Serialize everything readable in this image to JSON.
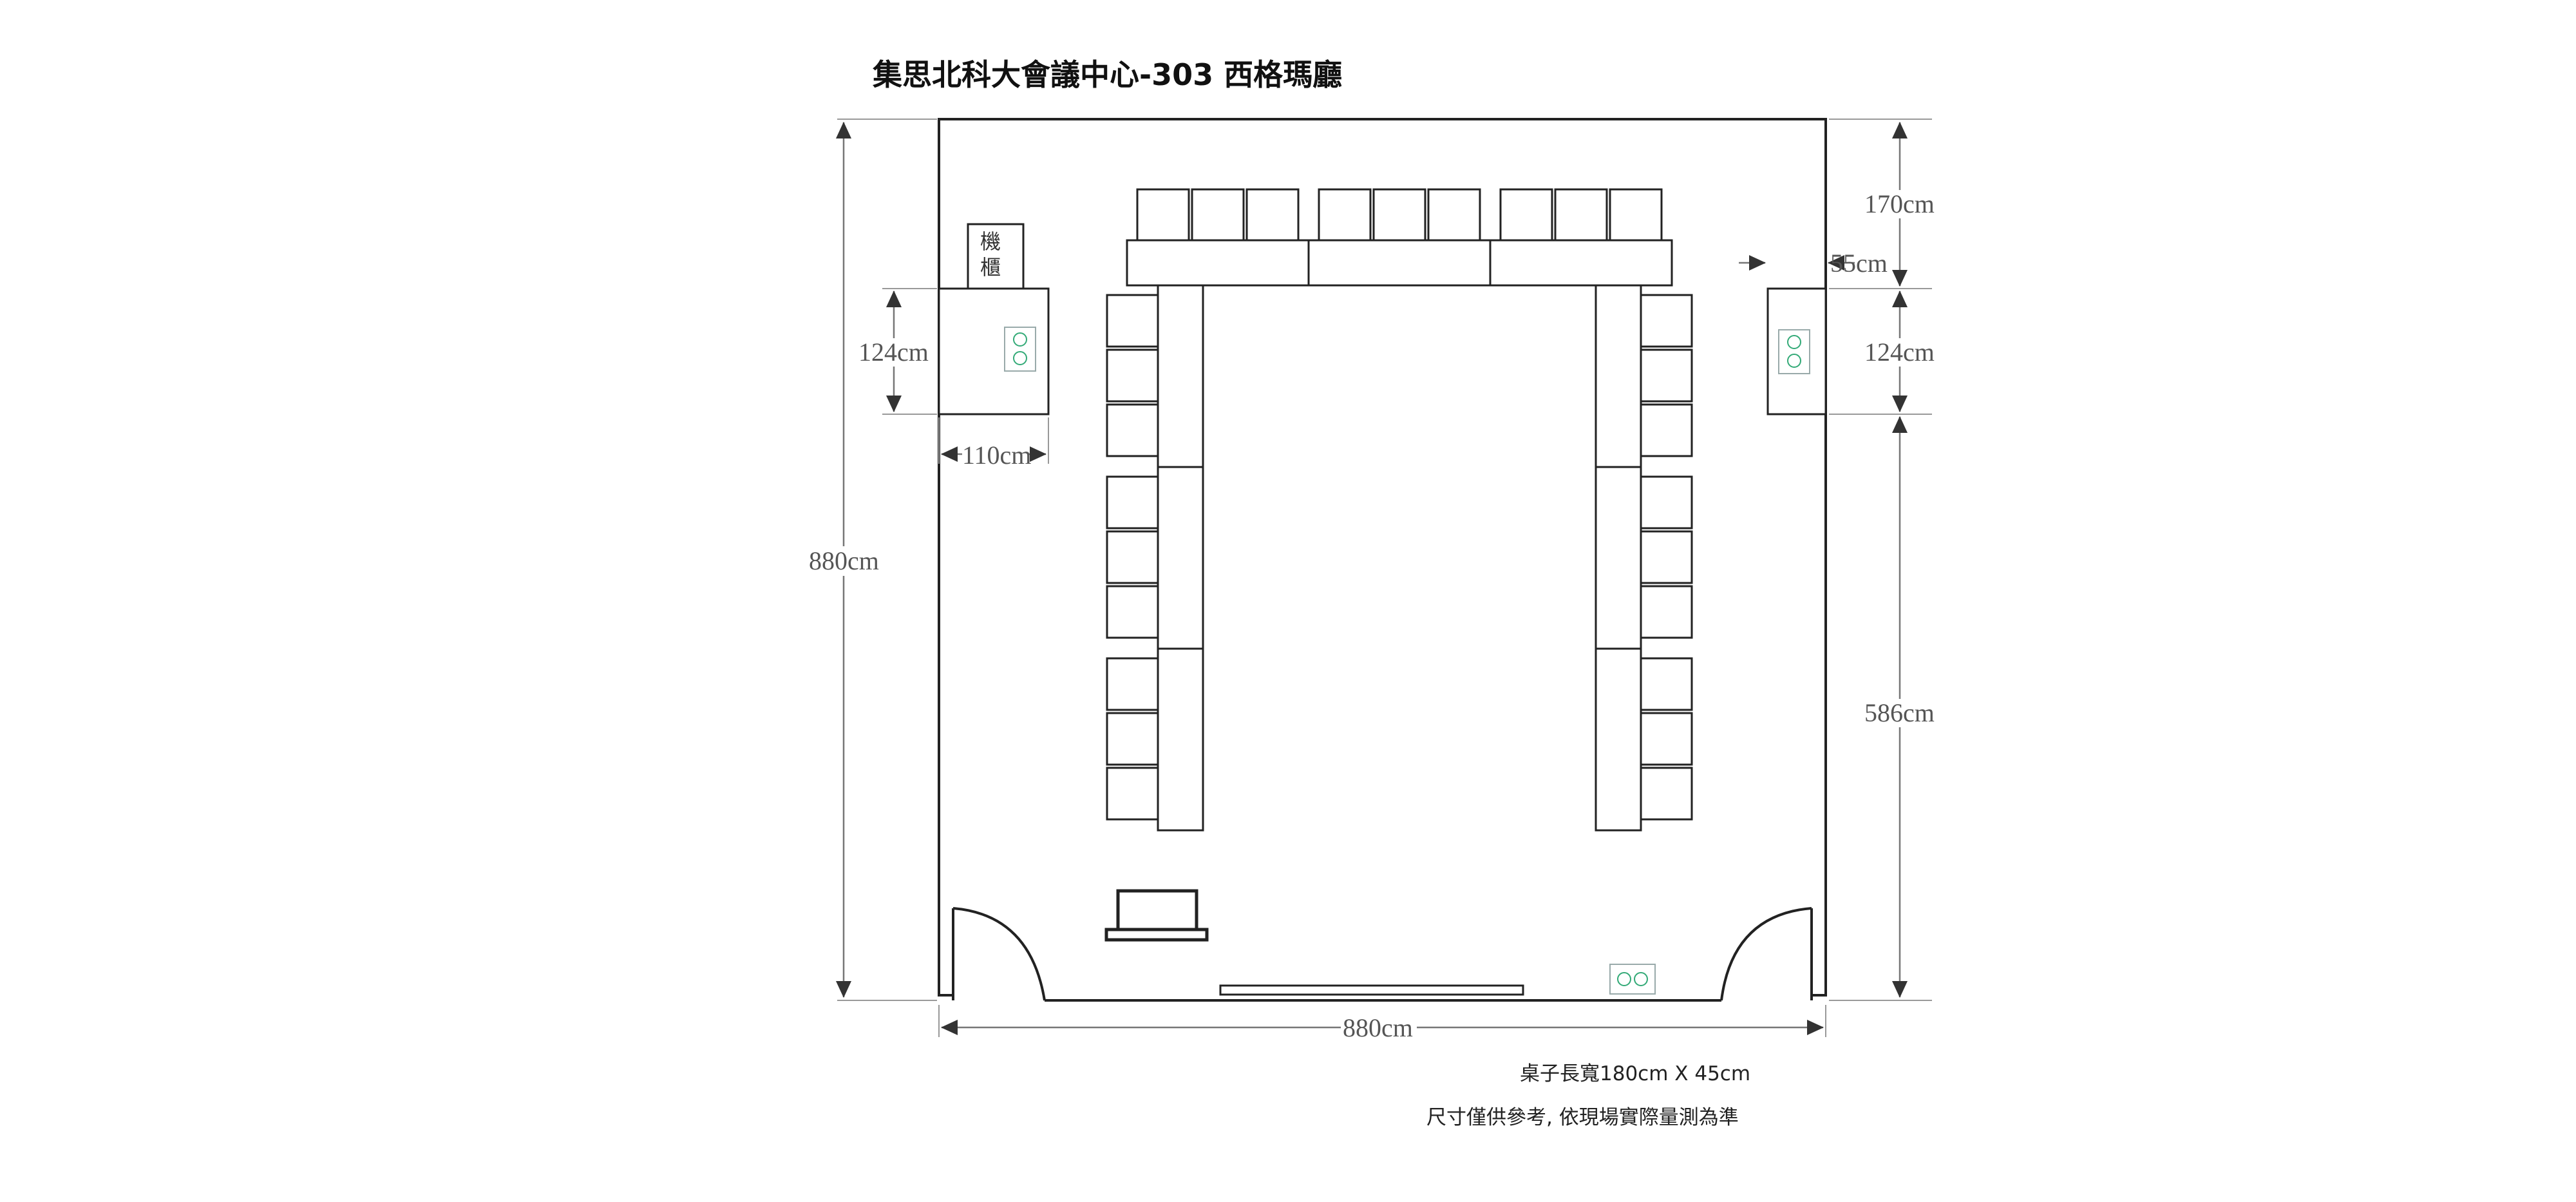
{
  "title": "集思北科大會議中心-303 西格瑪廳",
  "cabinet_label_line1": "機",
  "cabinet_label_line2": "櫃",
  "dimensions": {
    "room_height": "880cm",
    "room_width": "880cm",
    "left_box_height": "124cm",
    "left_box_width": "110cm",
    "right_top_gap": "170cm",
    "right_box_width": "55cm",
    "right_box_height": "124cm",
    "right_bottom_gap": "586cm"
  },
  "notes": {
    "table_size": "桌子長寬180cm X 45cm",
    "disclaimer": "尺寸僅供參考, 依現場實際量測為準"
  },
  "layout": {
    "top_tables": 3,
    "side_tables_per_side": 3,
    "chairs_per_table": 3
  }
}
